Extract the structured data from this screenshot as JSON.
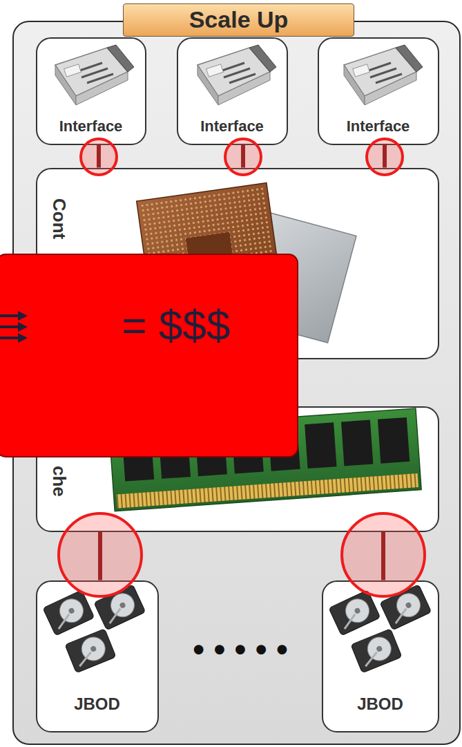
{
  "diagram": {
    "nodes": [
      {
        "text": [
          "Scale Up"
        ]
      },
      {
        "text": [
          "Interface"
        ],
        "in": 0
      },
      {
        "text": [
          "Interface"
        ],
        "in": 0
      },
      {
        "text": [
          "Interface"
        ],
        "in": 0
      },
      {
        "text": [
          "Cont"
        ],
        "in": 0
      },
      {
        "text": [
          "che"
        ],
        "in": 0
      },
      {
        "text": [
          "JBOD"
        ],
        "in": 0
      },
      {
        "text": [
          "JBOD"
        ],
        "in": 0
      },
      {
        "text": [
          "= $$$"
        ]
      }
    ],
    "edges": [
      {
        "from": 1,
        "to": 4,
        "arrow": "none"
      },
      {
        "from": 2,
        "to": 4,
        "arrow": "none"
      },
      {
        "from": 3,
        "to": 4,
        "arrow": "none"
      },
      {
        "from": 5,
        "to": 6,
        "arrow": "none"
      },
      {
        "from": 5,
        "to": 7,
        "arrow": "none"
      }
    ],
    "labels": [
      "• • • • •"
    ]
  }
}
